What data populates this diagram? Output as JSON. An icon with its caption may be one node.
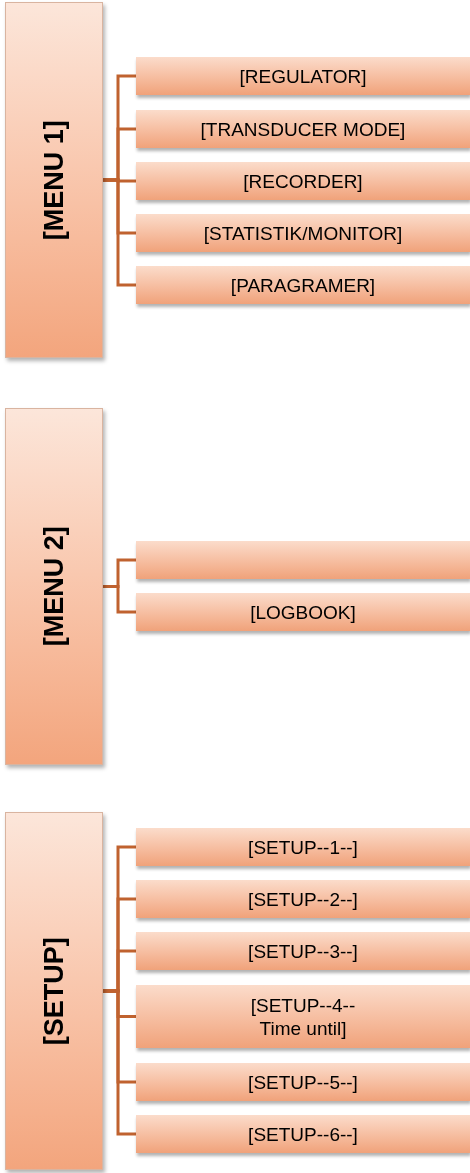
{
  "diagram": {
    "nodes": [
      {
        "text": [
          "[MENU 1]"
        ]
      },
      {
        "text": [
          "[REGULATOR]"
        ]
      },
      {
        "text": [
          "[TRANSDUCER MODE]"
        ]
      },
      {
        "text": [
          "[RECORDER]"
        ]
      },
      {
        "text": [
          "[STATISTIK/MONITOR]"
        ]
      },
      {
        "text": [
          "[PARAGRAMER]"
        ]
      },
      {
        "text": [
          "[MENU 2]"
        ]
      },
      {
        "text": [],
        "shape": "box"
      },
      {
        "text": [
          "[LOGBOOK]"
        ]
      },
      {
        "text": [
          "[SETUP]"
        ]
      },
      {
        "text": [
          "[SETUP--1--]"
        ]
      },
      {
        "text": [
          "[SETUP--2--]"
        ]
      },
      {
        "text": [
          "[SETUP--3--]"
        ]
      },
      {
        "text": [
          "[SETUP--4-- Time until]"
        ]
      },
      {
        "text": [
          "[SETUP--5--]"
        ]
      },
      {
        "text": [
          "[SETUP--6--]"
        ]
      }
    ],
    "edges": [
      {
        "from": 0,
        "to": 1,
        "arrow": "none"
      },
      {
        "from": 0,
        "to": 2,
        "arrow": "none"
      },
      {
        "from": 0,
        "to": 3,
        "arrow": "none"
      },
      {
        "from": 0,
        "to": 4,
        "arrow": "none"
      },
      {
        "from": 0,
        "to": 5,
        "arrow": "none"
      },
      {
        "from": 6,
        "to": 7,
        "arrow": "none"
      },
      {
        "from": 6,
        "to": 8,
        "arrow": "none"
      },
      {
        "from": 9,
        "to": 10,
        "arrow": "none"
      },
      {
        "from": 9,
        "to": 11,
        "arrow": "none"
      },
      {
        "from": 9,
        "to": 12,
        "arrow": "none"
      },
      {
        "from": 9,
        "to": 13,
        "arrow": "none"
      },
      {
        "from": 9,
        "to": 14,
        "arrow": "none"
      },
      {
        "from": 9,
        "to": 15,
        "arrow": "none"
      }
    ]
  }
}
